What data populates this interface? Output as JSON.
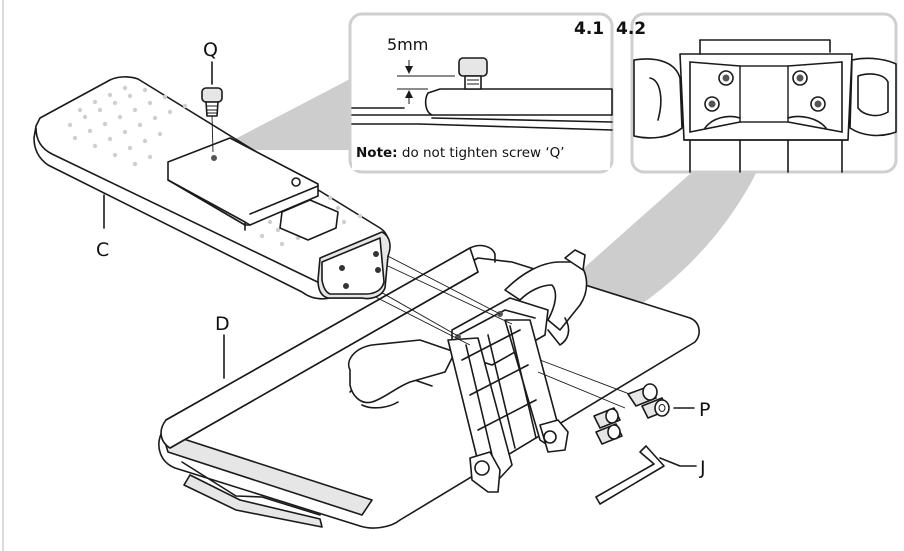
{
  "labels": {
    "q": "Q",
    "c": "C",
    "d": "D",
    "p": "P",
    "j": "J"
  },
  "steps": {
    "first": "4.1",
    "second": "4.2"
  },
  "detail": {
    "dimension": "5mm",
    "note_label": "Note:",
    "note_text": " do not tighten screw ‘Q’"
  },
  "colors": {
    "line": "#1a1a1a",
    "fill_gray": "#e6e6e6",
    "fill_dark": "#555555",
    "callout_cone": "#bdbdbd",
    "frame": "#cfcfcf"
  }
}
